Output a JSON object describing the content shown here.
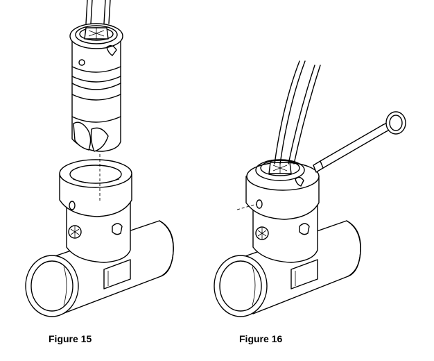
{
  "figures": [
    {
      "caption": "Figure 15",
      "icon": "sensor-insertion-diagram"
    },
    {
      "caption": "Figure 16",
      "icon": "sensor-installed-with-pin-diagram"
    }
  ]
}
